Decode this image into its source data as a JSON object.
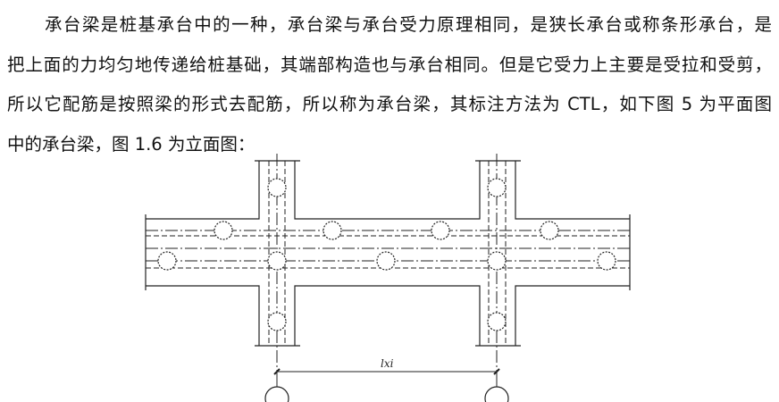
{
  "paragraph": {
    "lines": [
      "承台梁是桩基承台中的一种，承台梁与承台受力原理相同，是狭长承台或称条形承台，是",
      "把上面的力均匀地传递给桩基础，其端部构造也与承台相同。但是它受力上主要是受拉和受剪，",
      "所以它配筋是按照梁的形式去配筋，所以称为承台梁，其标注方法为 CTL，如下图 5 为平面图",
      "中的承台梁，图 1.6 为立面图："
    ]
  },
  "figure": {
    "dimension_label": "lxi"
  }
}
